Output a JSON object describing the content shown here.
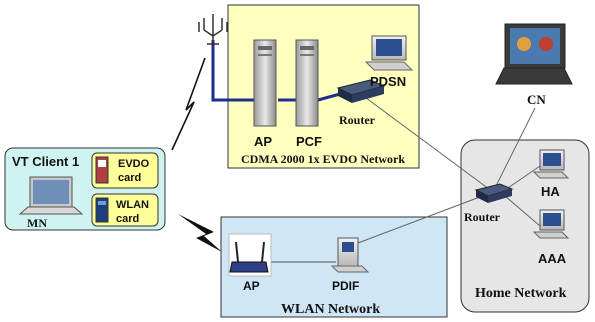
{
  "cdma_network": {
    "title": "CDMA 2000 1x EVDO Network",
    "ap_label": "AP",
    "pcf_label": "PCF",
    "router_label": "Router",
    "pdsn_label": "PDSN"
  },
  "wlan_network": {
    "title": "WLAN Network",
    "ap_label": "AP",
    "pdif_label": "PDIF"
  },
  "home_network": {
    "title": "Home Network",
    "router_label": "Router",
    "ha_label": "HA",
    "aaa_label": "AAA"
  },
  "client": {
    "title": "VT Client 1",
    "evdo_card_line1": "EVDO",
    "evdo_card_line2": "card",
    "wlan_card_line1": "WLAN",
    "wlan_card_line2": "card",
    "mn_label": "MN"
  },
  "cn_label": "CN"
}
